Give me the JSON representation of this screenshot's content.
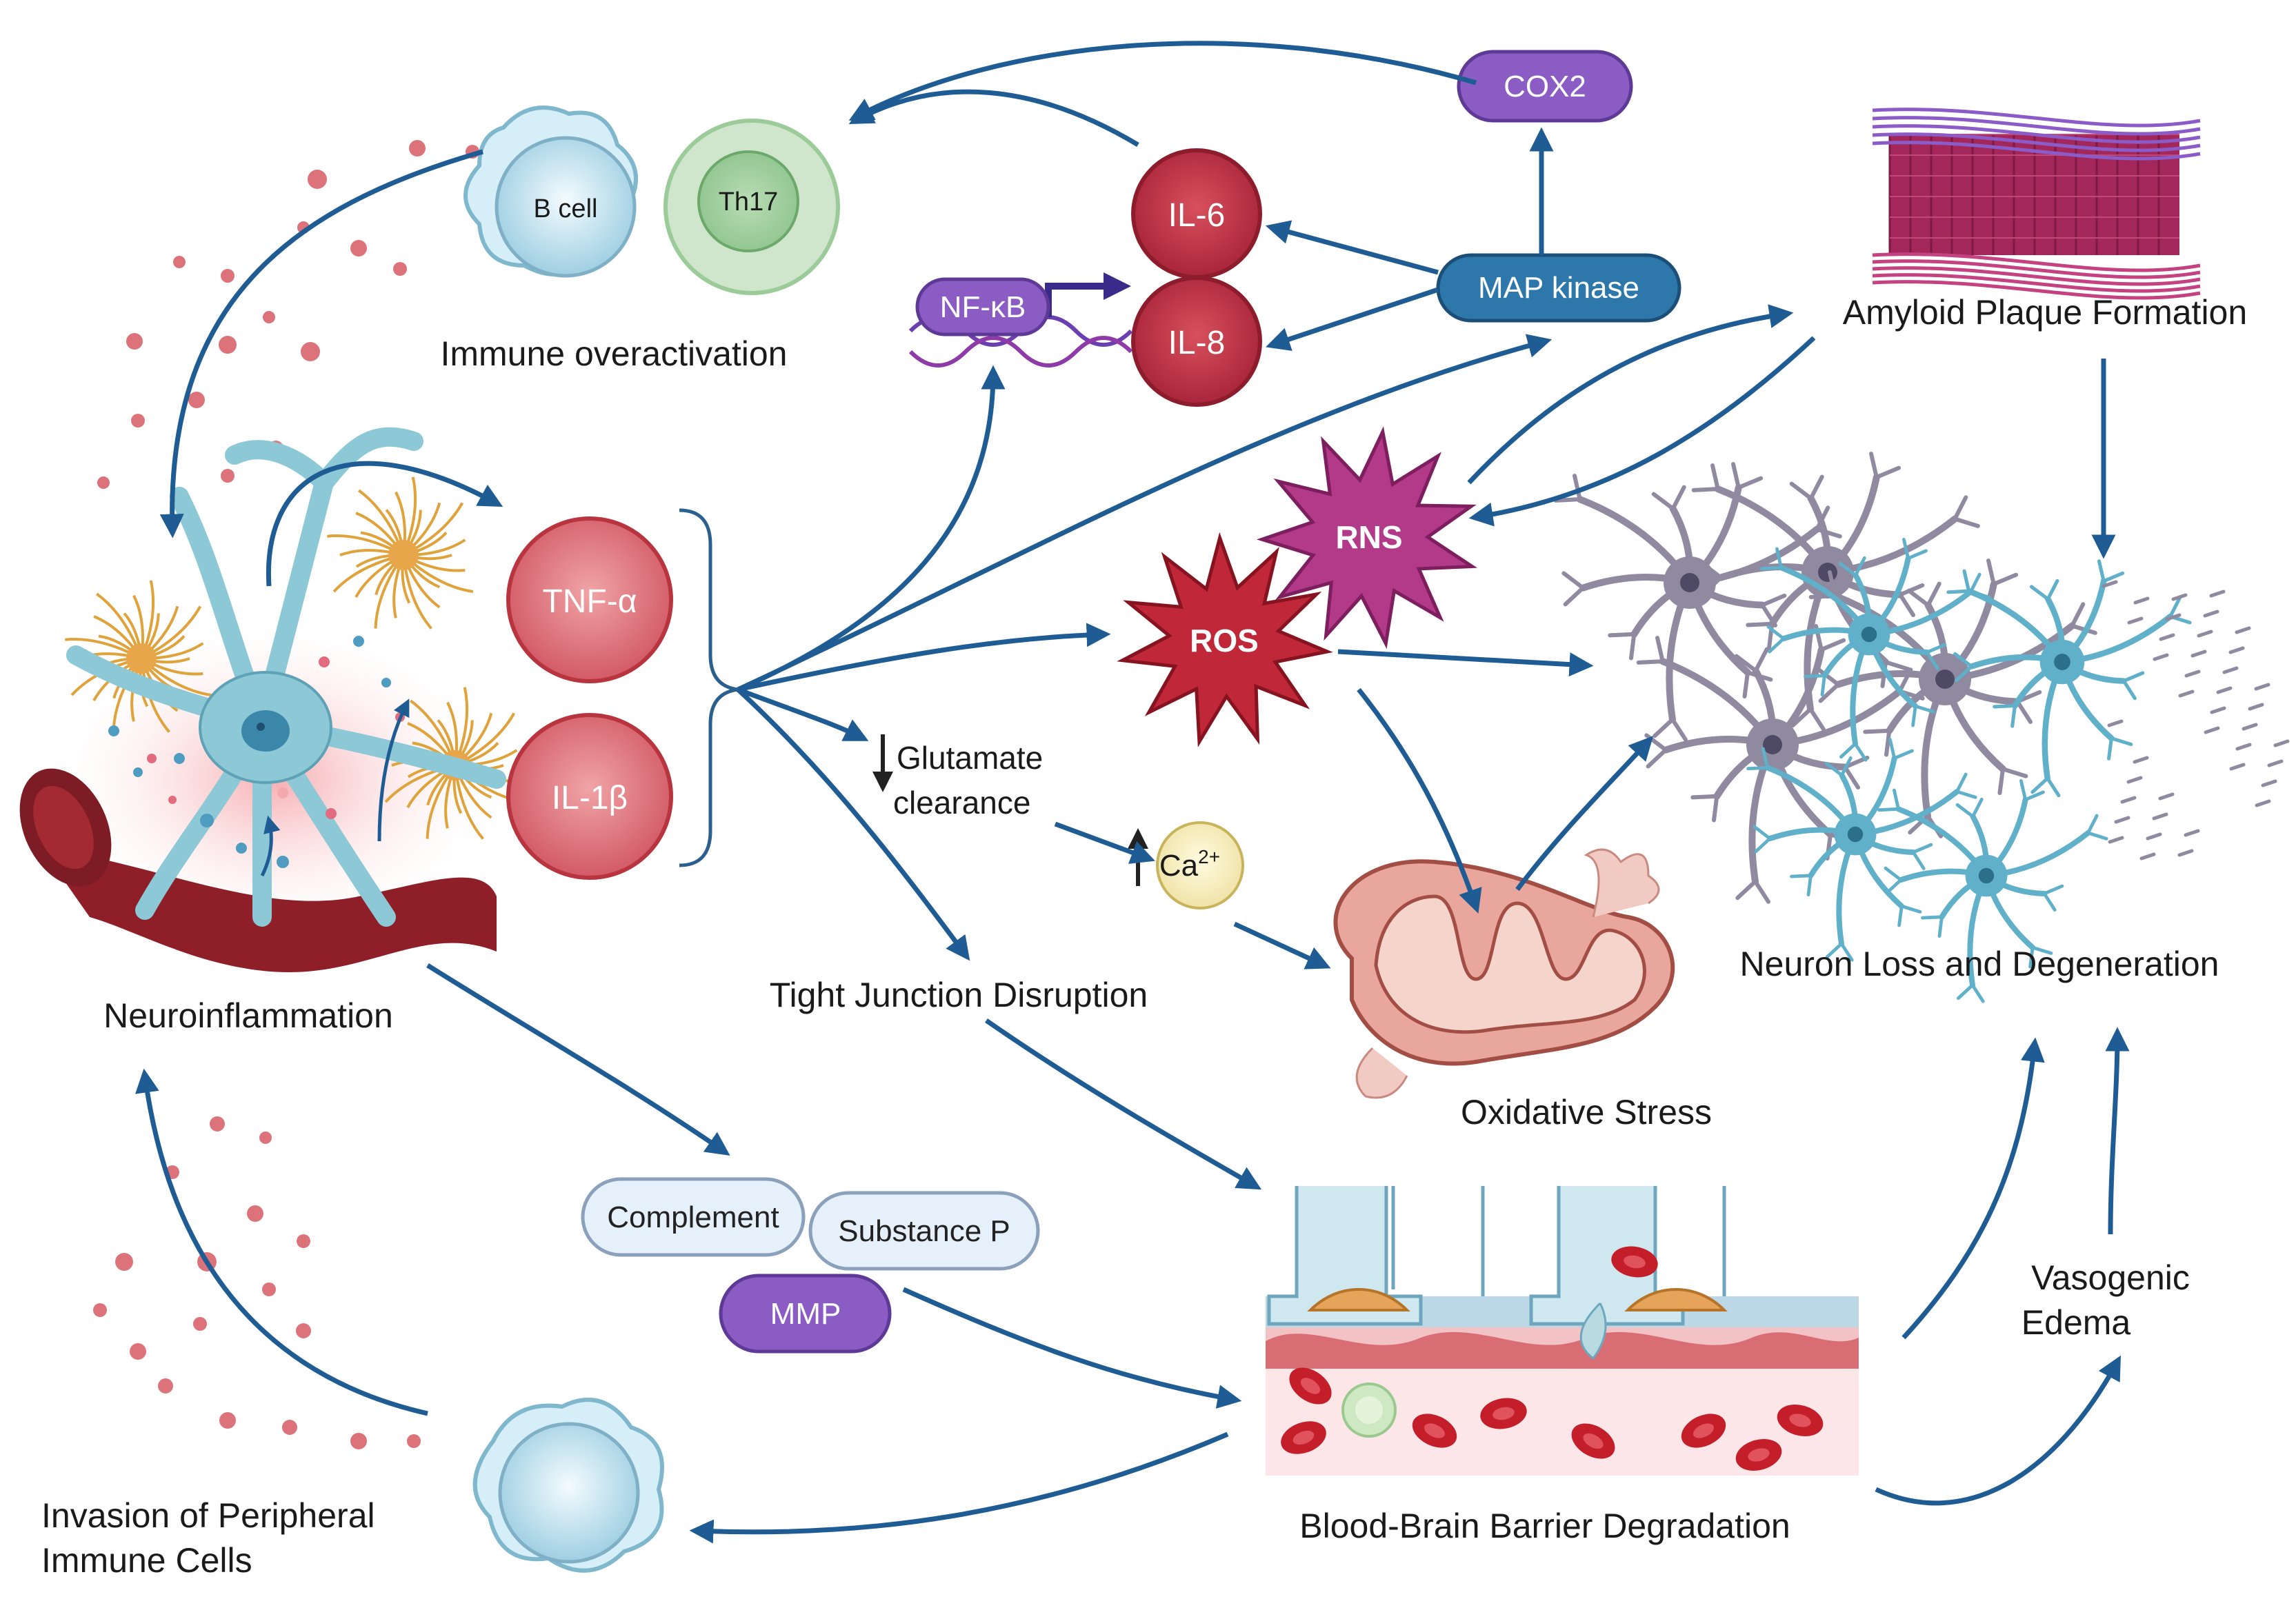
{
  "colors": {
    "arrow": "#1f5c94",
    "purple": "#8a5cc4",
    "blue_pill": "#2e77ab",
    "cytokine_dark": "#c0384a",
    "cytokine_light": "#e07b82",
    "star_ros": "#c0283a",
    "star_rns": "#b33a88",
    "neuron_grey": "#8f8aa0",
    "neuron_teal": "#5fb0c8",
    "astro_teal": "#8fcbd8",
    "vessel": "#7d1c24",
    "rbc": "#c41e2a"
  },
  "cells": {
    "b_cell": "B cell",
    "th17": "Th17"
  },
  "cytokines": {
    "il6": "IL-6",
    "il8": "IL-8",
    "tnf": "TNF-α",
    "il1b": "IL-1β"
  },
  "pills": {
    "cox2": "COX2",
    "map_kinase": "MAP kinase",
    "nfkb": "NF-κB",
    "complement": "Complement",
    "substance_p": "Substance P",
    "mmp": "MMP"
  },
  "stars": {
    "rns": "RNS",
    "ros": "ROS"
  },
  "ion": {
    "ca_base": "Ca",
    "ca_sup": "2+"
  },
  "labels": {
    "immune_overactivation": "Immune overactivation",
    "amyloid": "Amyloid Plaque Formation",
    "neuroinflammation": "Neuroinflammation",
    "glutamate_line1": "Glutamate",
    "glutamate_line2": "clearance",
    "tight_junction": "Tight Junction Disruption",
    "neuron_loss": "Neuron Loss and Degeneration",
    "oxidative_stress": "Oxidative Stress",
    "vasogenic_line1": "Vasogenic",
    "vasogenic_line2": "Edema",
    "bbb": "Blood-Brain Barrier Degradation",
    "invasion_line1": "Invasion of Peripheral",
    "invasion_line2": "Immune Cells"
  }
}
